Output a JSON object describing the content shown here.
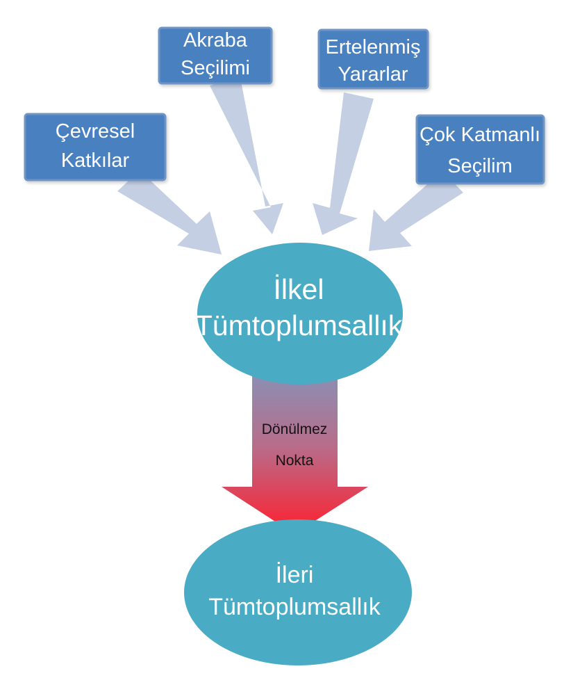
{
  "colors": {
    "box_fill": "#4a80c0",
    "box_border": "#6f95c4",
    "input_arrow": "#c4cfe3",
    "ellipse_fill": "#4aabc5",
    "transition_arrow_top": "#8b8fb3",
    "transition_arrow_bottom": "#ff1f2e",
    "text_light": "#ffffff",
    "text_dark": "#111111"
  },
  "input_boxes": {
    "cevresel": {
      "line1": "Çevresel",
      "line2": "Katkılar"
    },
    "akraba": {
      "line1": "Akraba",
      "line2": "Seçilimi"
    },
    "ertelenmis": {
      "line1": "Ertelenmiş",
      "line2": "Yararlar"
    },
    "cok_katmanli": {
      "line1": "Çok Katmanlı",
      "line2": "Seçilim"
    }
  },
  "stages": {
    "primitive": {
      "line1": "İlkel",
      "line2": "Tümtoplumsallık"
    },
    "advanced": {
      "line1": "İleri",
      "line2": "Tümtoplumsallık"
    }
  },
  "transition": {
    "line1": "Dönülmez",
    "line2": "Nokta"
  }
}
